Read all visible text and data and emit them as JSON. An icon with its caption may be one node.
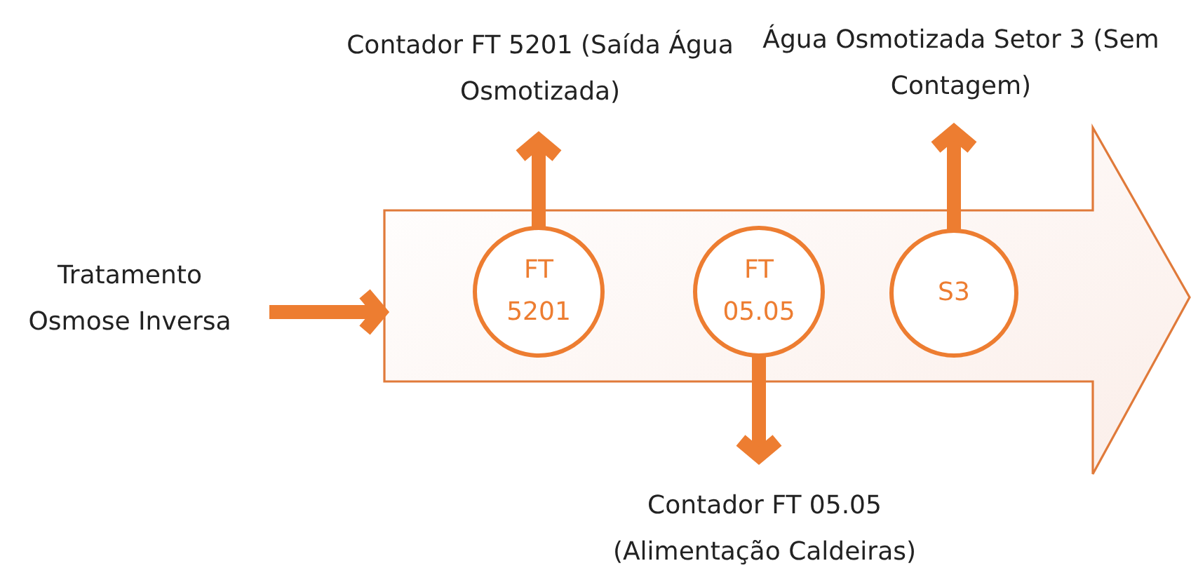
{
  "diagram": {
    "nodes": [
      {
        "text": [
          "Tratamento Osmose Inversa"
        ]
      },
      {
        "text": [],
        "shape": "arrow"
      },
      {
        "text": [
          "FT 5201"
        ],
        "in": 1
      },
      {
        "text": [
          "FT 05.05"
        ],
        "in": 1
      },
      {
        "text": [
          "S3"
        ],
        "in": 1
      },
      {
        "text": [
          "Contador FT 5201 (Saída Água Osmotizada)"
        ]
      },
      {
        "text": [
          "Água Osmotizada Setor 3 (Sem Contagem)"
        ]
      },
      {
        "text": [
          "Contador FT 05.05 (Alimentação Caldeiras)"
        ]
      }
    ],
    "edges": [
      {
        "from": 0,
        "to": 1,
        "arrow": "to"
      },
      {
        "from": 2,
        "to": 5,
        "arrow": "to"
      },
      {
        "from": 4,
        "to": 6,
        "arrow": "to"
      },
      {
        "from": 3,
        "to": 7,
        "arrow": "to"
      }
    ]
  }
}
